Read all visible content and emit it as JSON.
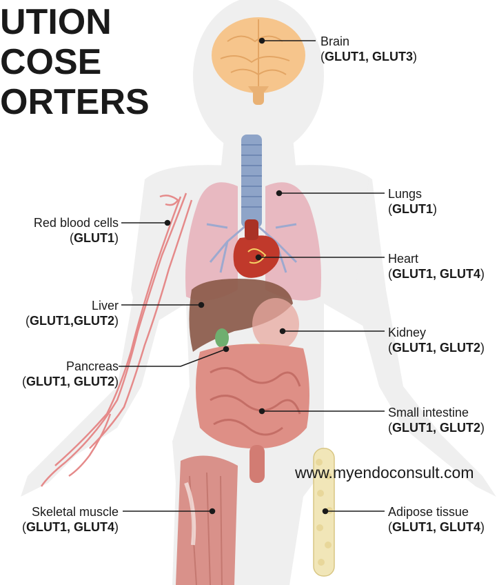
{
  "title": {
    "lines": [
      "UTION",
      "COSE",
      "ORTERS"
    ]
  },
  "watermark": "www.myendoconsult.com",
  "colors": {
    "body": "#efefef",
    "brain": "#f6c58c",
    "trachea": "#8ea4c8",
    "lungs": "#e7b3bb",
    "heart": "#c0392b",
    "liver": "#8b5a4a",
    "kidney": "#e8a9a0",
    "intestine": "#de8f86",
    "muscle": "#d9918a",
    "adipose": "#f1e6b8",
    "vessels": "#e58a8a",
    "line": "#1a1a1a"
  },
  "labels": [
    {
      "id": "brain",
      "name": "Brain",
      "glut": "GLUT1, GLUT3"
    },
    {
      "id": "lungs",
      "name": "Lungs",
      "glut": "GLUT1"
    },
    {
      "id": "red-blood-cells",
      "name": "Red blood cells",
      "glut": "GLUT1"
    },
    {
      "id": "heart",
      "name": "Heart",
      "glut": "GLUT1, GLUT4"
    },
    {
      "id": "liver",
      "name": "Liver",
      "glut": "GLUT1,GLUT2"
    },
    {
      "id": "kidney",
      "name": "Kidney",
      "glut": "GLUT1, GLUT2"
    },
    {
      "id": "pancreas",
      "name": "Pancreas",
      "glut": "GLUT1, GLUT2"
    },
    {
      "id": "small-intestine",
      "name": "Small intestine",
      "glut": "GLUT1, GLUT2"
    },
    {
      "id": "skeletal-muscle",
      "name": "Skeletal muscle",
      "glut": "GLUT1, GLUT4"
    },
    {
      "id": "adipose-tissue",
      "name": "Adipose tissue",
      "glut": "GLUT1, GLUT4"
    }
  ]
}
